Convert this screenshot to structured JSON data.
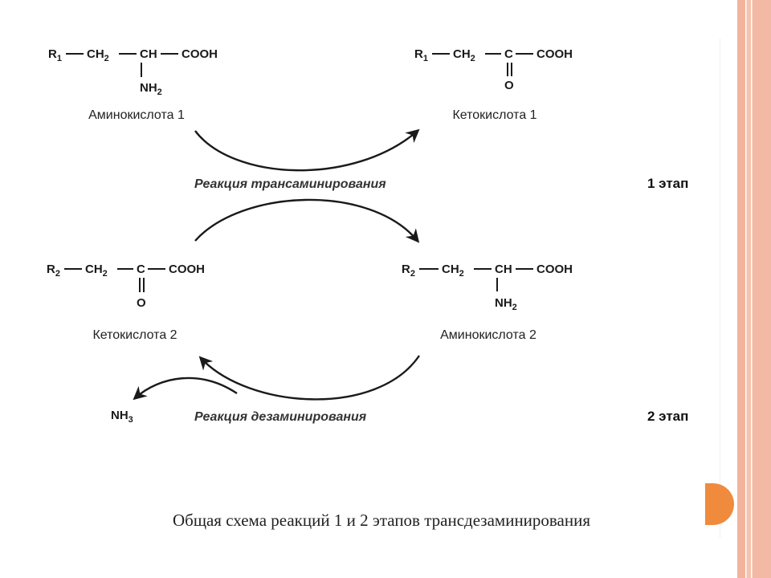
{
  "amino1": {
    "r": "R",
    "r_sub": "1",
    "ch2": "CH",
    "ch2_sub": "2",
    "ch": "CH",
    "cooh": "COOH",
    "nh2": "NH",
    "nh2_sub": "2",
    "label": "Аминокислота 1"
  },
  "keto1": {
    "r": "R",
    "r_sub": "1",
    "ch2": "CH",
    "ch2_sub": "2",
    "c": "C",
    "cooh": "COOH",
    "o": "O",
    "label": "Кетокислота 1"
  },
  "keto2": {
    "r": "R",
    "r_sub": "2",
    "ch2": "CH",
    "ch2_sub": "2",
    "c": "C",
    "cooh": "COOH",
    "o": "O",
    "label": "Кетокислота 2"
  },
  "amino2": {
    "r": "R",
    "r_sub": "2",
    "ch2": "CH",
    "ch2_sub": "2",
    "ch": "CH",
    "cooh": "COOH",
    "nh2": "NH",
    "nh2_sub": "2",
    "label": "Аминокислота 2"
  },
  "reactions": {
    "transamination": "Реакция трансаминирования",
    "deamination": "Реакция дезаминирования"
  },
  "nh3": {
    "text": "NH",
    "sub": "3"
  },
  "stages": {
    "stage1": "1 этап",
    "stage2": "2 этап"
  },
  "caption": "Общая схема реакций 1 и 2 этапов трансдезаминирования",
  "colors": {
    "accent_stripe": "#f3b49d",
    "accent_dot": "#f08a3c",
    "ink": "#1a1a1a"
  }
}
